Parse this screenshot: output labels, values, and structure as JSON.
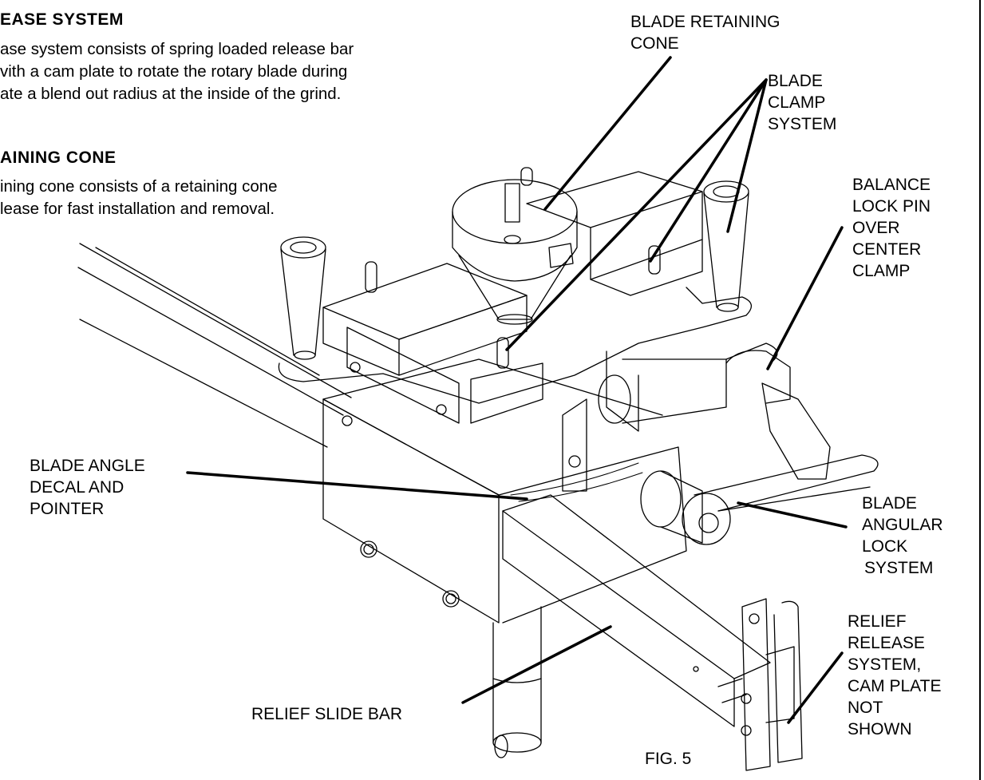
{
  "sections": [
    {
      "heading": "EASE SYSTEM",
      "lines": [
        "ase system consists of spring loaded release bar",
        "vith a cam plate to rotate the rotary blade during",
        "ate a blend out radius at the inside of the grind."
      ]
    },
    {
      "heading": "AINING CONE",
      "lines": [
        "ining cone consists of a retaining cone",
        "lease for fast installation and removal."
      ]
    }
  ],
  "callouts": {
    "blade_retaining_cone": [
      "BLADE RETAINING",
      "CONE"
    ],
    "blade_clamp_system": [
      "BLADE",
      "CLAMP",
      "SYSTEM"
    ],
    "balance_lock_pin": [
      "BALANCE",
      "LOCK PIN",
      "OVER",
      "CENTER",
      "CLAMP"
    ],
    "blade_angle_decal": [
      "BLADE ANGLE",
      "DECAL AND",
      "POINTER"
    ],
    "blade_angular_lock": [
      "BLADE",
      "ANGULAR",
      "LOCK",
      "SYSTEM"
    ],
    "relief_release_system": [
      "RELIEF",
      "RELEASE",
      "SYSTEM,",
      "CAM PLATE",
      "NOT",
      "SHOWN"
    ],
    "relief_slide_bar": [
      "RELIEF SLIDE BAR"
    ]
  },
  "figure_label": "FIG. 5"
}
